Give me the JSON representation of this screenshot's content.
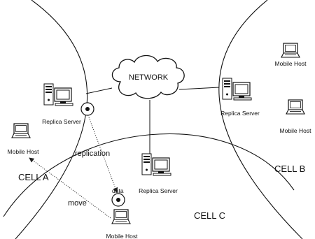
{
  "network": {
    "label": "NETWORK"
  },
  "cells": {
    "a": "CELL A",
    "b": "CELL B",
    "c": "CELL C"
  },
  "servers": {
    "a": "Replica Server",
    "b": "Replica Server",
    "c": "Replica Server"
  },
  "hosts": {
    "a": "Mobile Host",
    "b1": "Mobile Host",
    "b2": "Mobile Host",
    "moving": "Mobile Host"
  },
  "arrows": {
    "replication": "replication",
    "data": "data",
    "move": "move"
  }
}
